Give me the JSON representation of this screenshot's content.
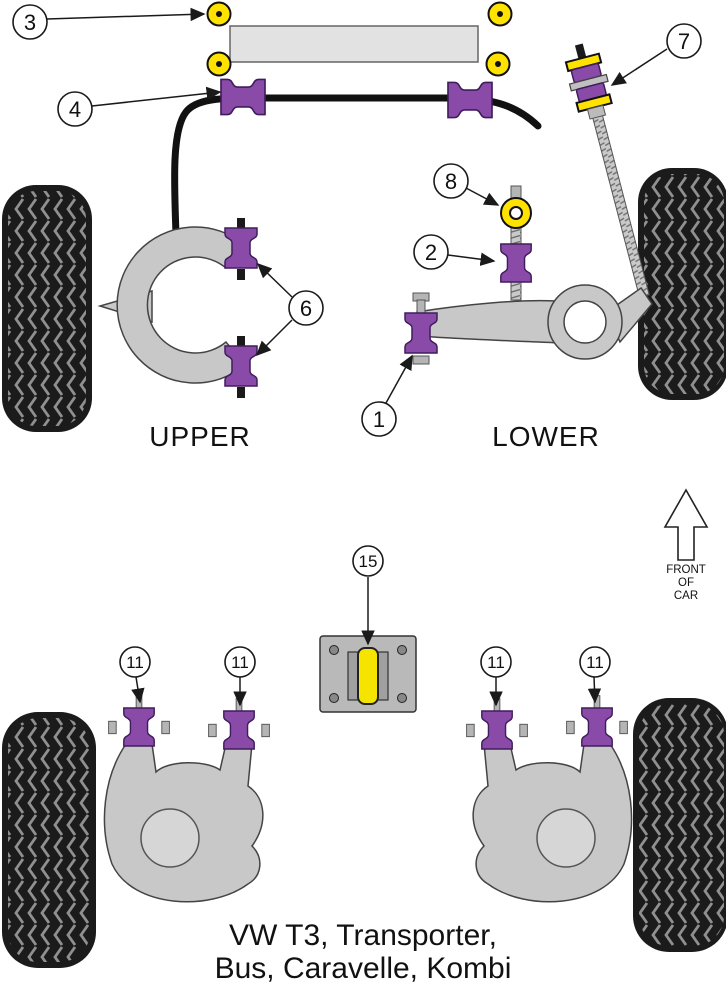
{
  "diagram_title": {
    "line1": "VW T3, Transporter,",
    "line2": "Bus, Caravelle, Kombi"
  },
  "section_labels": {
    "upper": "UPPER",
    "lower": "LOWER"
  },
  "front_of_car": {
    "line1": "FRONT",
    "line2": "OF",
    "line3": "CAR"
  },
  "callouts": {
    "1": "1",
    "2": "2",
    "3": "3",
    "4": "4",
    "6": "6",
    "7": "7",
    "8": "8",
    "11": "11",
    "15": "15"
  },
  "colors": {
    "bushing_purple": "#8A4BA8",
    "bushing_yellow": "#FFE200",
    "metal_gray": "#C8C8C8",
    "tire_black": "#1B1B1B",
    "background": "#FFFFFF"
  }
}
